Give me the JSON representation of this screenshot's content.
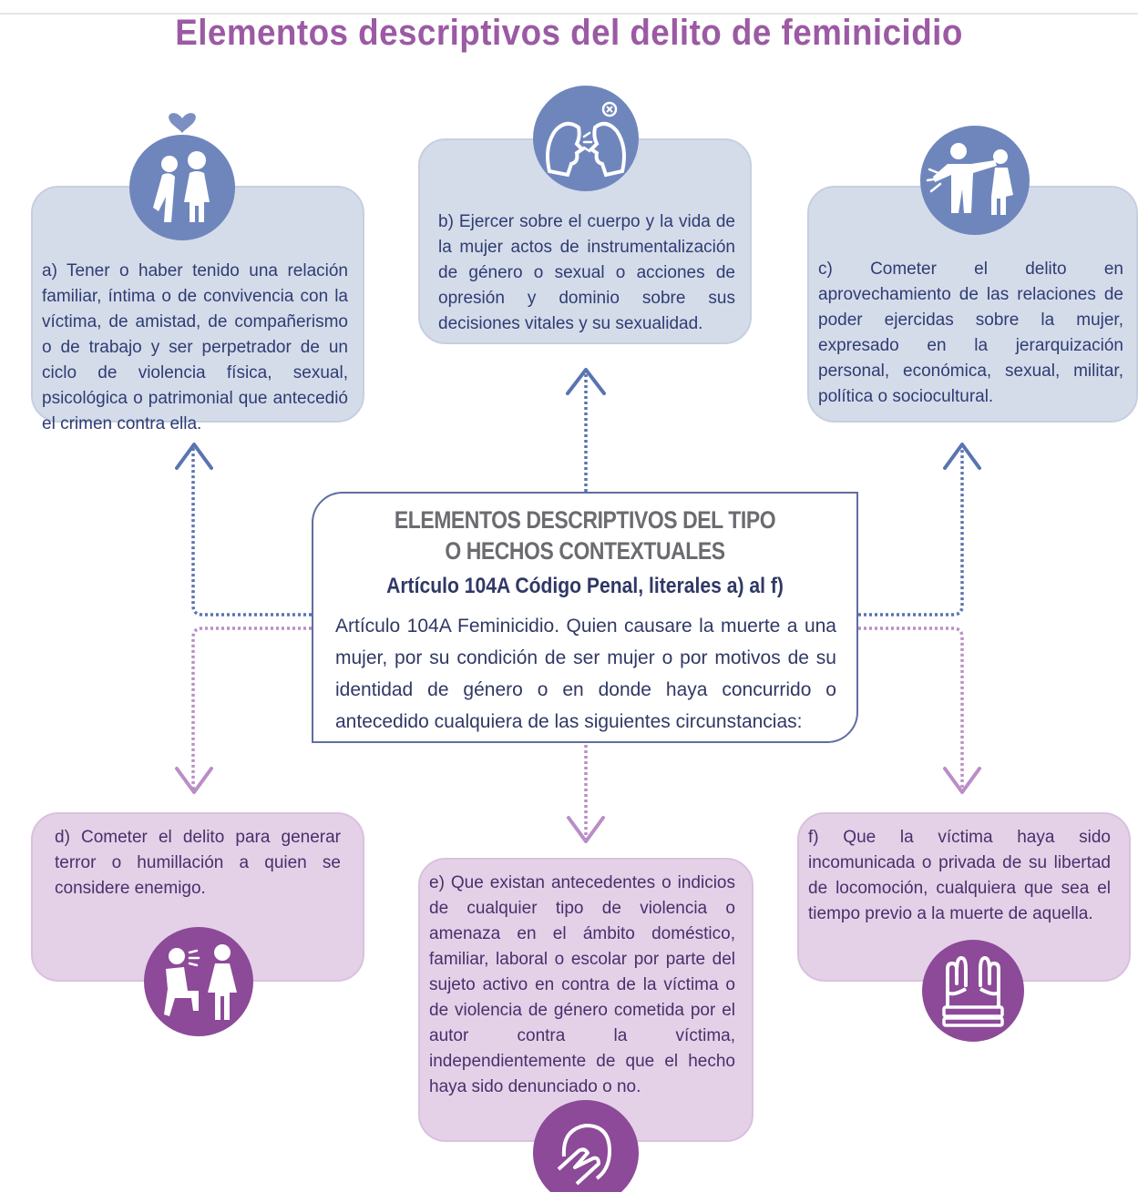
{
  "title": "Elementos descriptivos del delito de feminicidio",
  "center": {
    "heading_line1": "ELEMENTOS DESCRIPTIVOS DEL TIPO",
    "heading_line2": "O HECHOS CONTEXTUALES",
    "subheading": "Artículo 104A Código Penal, literales a) al f)",
    "body": "Artículo 104A Feminicidio. Quien causare la muerte a una mujer, por su condición de ser mujer o por motivos de su identidad de género o en donde haya concurrido o antecedido cualquiera de las siguientes circunstancias:"
  },
  "elements": {
    "a": "a) Tener o haber tenido una relación familiar, íntima o de convivencia con la víctima, de amistad, de compañerismo o de trabajo y ser perpetrador de un ciclo de violencia física, sexual, psicológica o patrimonial que antecedió el crimen contra ella.",
    "b": "b) Ejercer sobre el cuerpo y la vida de la mujer actos de instrumentalización de género o sexual o acciones de opresión y dominio sobre sus decisiones vitales y su sexualidad.",
    "c": "c) Cometer el delito en aprovechamiento de las relaciones de poder ejercidas sobre la mujer, expresado en la jerarquización personal, económica, sexual, militar, política o sociocultural.",
    "d": "d) Cometer el delito para generar terror o humillación a quien se considere enemigo.",
    "e": "e) Que existan antecedentes o indicios de cualquier tipo de violencia o amenaza en el ámbito doméstico, familiar, laboral o escolar por parte del sujeto activo en contra de la víctima o de violencia de género cometida por el autor contra la víctima, independientemente de que el hecho haya sido denunciado o no.",
    "f": "f) Que la víctima haya sido incomunicada o privada de su libertad de locomoción, cualquiera que sea el tiempo previo a la muerte de aquella."
  },
  "icons": {
    "a": "couple-heart-icon",
    "b": "faces-manipulation-icon",
    "c": "power-aggression-icon",
    "d": "shouting-person-icon",
    "e": "covered-face-icon",
    "f": "bound-hands-icon"
  },
  "colors": {
    "title": "#9b5aa3",
    "blue_box": "#d5dce9",
    "pink_box": "#e4d1e8",
    "blue_icon": "#6f86bd",
    "purple_icon": "#8c4a98",
    "blue_connector": "#5a74b0",
    "purple_connector": "#b98ec6"
  }
}
